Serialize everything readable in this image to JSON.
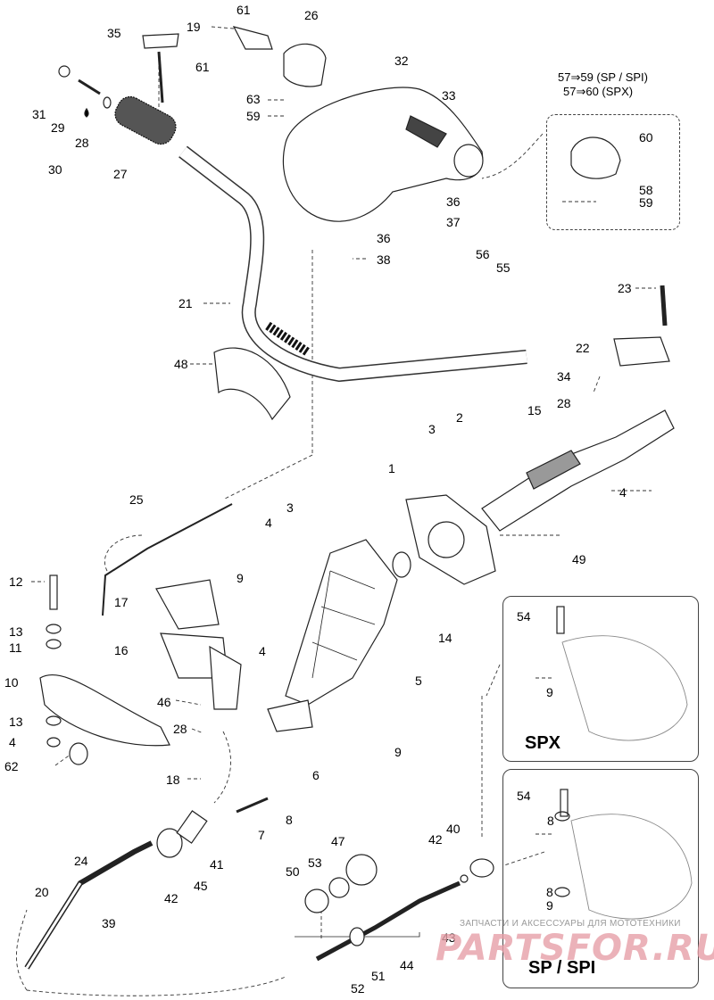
{
  "diagram": {
    "callouts": [
      {
        "id": "c1",
        "text": "1"
      },
      {
        "id": "c2",
        "text": "2"
      },
      {
        "id": "c3a",
        "text": "3"
      },
      {
        "id": "c3b",
        "text": "3"
      },
      {
        "id": "c4a",
        "text": "4"
      },
      {
        "id": "c4b",
        "text": "4"
      },
      {
        "id": "c4c",
        "text": "4"
      },
      {
        "id": "c4d",
        "text": "4"
      },
      {
        "id": "c5",
        "text": "5"
      },
      {
        "id": "c6",
        "text": "6"
      },
      {
        "id": "c7",
        "text": "7"
      },
      {
        "id": "c8a",
        "text": "8"
      },
      {
        "id": "c8b",
        "text": "8"
      },
      {
        "id": "c8c",
        "text": "8"
      },
      {
        "id": "c9a",
        "text": "9"
      },
      {
        "id": "c9b",
        "text": "9"
      },
      {
        "id": "c9c",
        "text": "9"
      },
      {
        "id": "c9d",
        "text": "9"
      },
      {
        "id": "c10",
        "text": "10"
      },
      {
        "id": "c11",
        "text": "11"
      },
      {
        "id": "c12",
        "text": "12"
      },
      {
        "id": "c13a",
        "text": "13"
      },
      {
        "id": "c13b",
        "text": "13"
      },
      {
        "id": "c14",
        "text": "14"
      },
      {
        "id": "c15",
        "text": "15"
      },
      {
        "id": "c16",
        "text": "16"
      },
      {
        "id": "c17",
        "text": "17"
      },
      {
        "id": "c18",
        "text": "18"
      },
      {
        "id": "c19",
        "text": "19"
      },
      {
        "id": "c20",
        "text": "20"
      },
      {
        "id": "c21",
        "text": "21"
      },
      {
        "id": "c22",
        "text": "22"
      },
      {
        "id": "c23",
        "text": "23"
      },
      {
        "id": "c24",
        "text": "24"
      },
      {
        "id": "c25",
        "text": "25"
      },
      {
        "id": "c26",
        "text": "26"
      },
      {
        "id": "c27",
        "text": "27"
      },
      {
        "id": "c28a",
        "text": "28"
      },
      {
        "id": "c28b",
        "text": "28"
      },
      {
        "id": "c28c",
        "text": "28"
      },
      {
        "id": "c29",
        "text": "29"
      },
      {
        "id": "c30",
        "text": "30"
      },
      {
        "id": "c31",
        "text": "31"
      },
      {
        "id": "c32",
        "text": "32"
      },
      {
        "id": "c33",
        "text": "33"
      },
      {
        "id": "c34",
        "text": "34"
      },
      {
        "id": "c35",
        "text": "35"
      },
      {
        "id": "c36a",
        "text": "36"
      },
      {
        "id": "c36b",
        "text": "36"
      },
      {
        "id": "c37",
        "text": "37"
      },
      {
        "id": "c38",
        "text": "38"
      },
      {
        "id": "c39",
        "text": "39"
      },
      {
        "id": "c40",
        "text": "40"
      },
      {
        "id": "c41",
        "text": "41"
      },
      {
        "id": "c42a",
        "text": "42"
      },
      {
        "id": "c42b",
        "text": "42"
      },
      {
        "id": "c43",
        "text": "43"
      },
      {
        "id": "c44",
        "text": "44"
      },
      {
        "id": "c45",
        "text": "45"
      },
      {
        "id": "c46",
        "text": "46"
      },
      {
        "id": "c47",
        "text": "47"
      },
      {
        "id": "c48",
        "text": "48"
      },
      {
        "id": "c49",
        "text": "49"
      },
      {
        "id": "c50",
        "text": "50"
      },
      {
        "id": "c51",
        "text": "51"
      },
      {
        "id": "c52",
        "text": "52"
      },
      {
        "id": "c53",
        "text": "53"
      },
      {
        "id": "c54a",
        "text": "54"
      },
      {
        "id": "c54b",
        "text": "54"
      },
      {
        "id": "c55",
        "text": "55"
      },
      {
        "id": "c56",
        "text": "56"
      },
      {
        "id": "c58",
        "text": "58"
      },
      {
        "id": "c59a",
        "text": "59"
      },
      {
        "id": "c59b",
        "text": "59"
      },
      {
        "id": "c60",
        "text": "60"
      },
      {
        "id": "c61a",
        "text": "61"
      },
      {
        "id": "c61b",
        "text": "61"
      },
      {
        "id": "c62",
        "text": "62"
      },
      {
        "id": "c63",
        "text": "63"
      }
    ],
    "variant_notes": [
      "57⇒59 (SP / SPI)",
      "57⇒60 (SPX)"
    ],
    "insets": [
      {
        "id": "spx",
        "title": "SPX"
      },
      {
        "id": "sp-spi",
        "title": "SP / SPI"
      }
    ]
  },
  "watermark": {
    "tagline": "ЗАПЧАСТИ И АКСЕССУАРЫ ДЛЯ МОТОТЕХНИКИ",
    "logo": "PARTSFOR.RU"
  }
}
